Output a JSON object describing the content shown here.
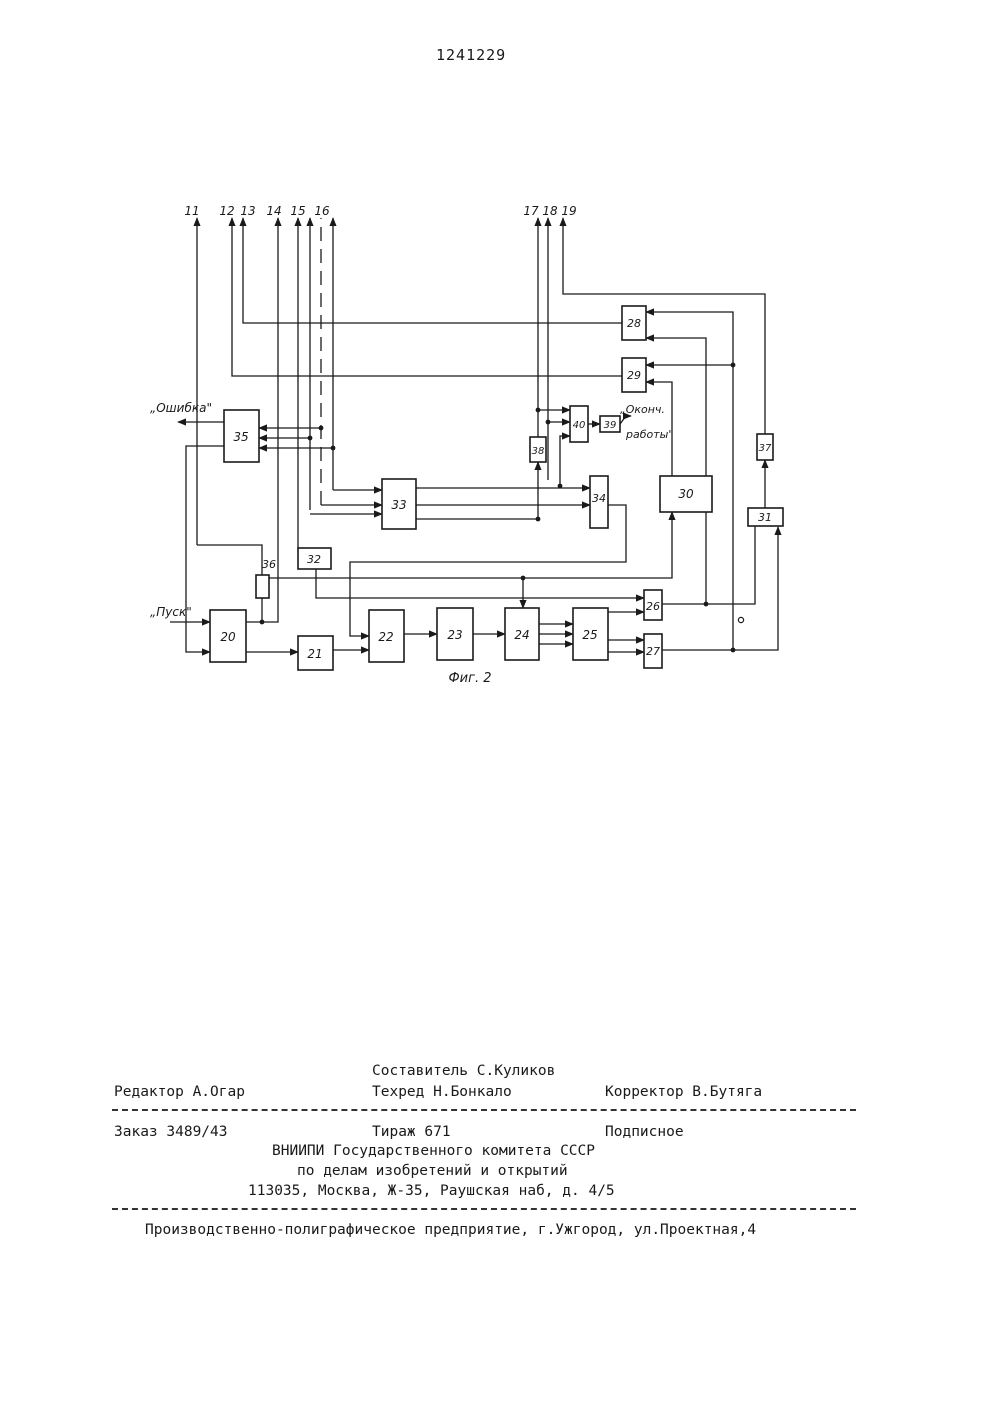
{
  "page_number": "1241229",
  "figure": {
    "caption": "Фиг. 2",
    "external_labels": {
      "error": "„Ошибка\"",
      "start": "„Пуск\"",
      "end_line1": "„Оконч.",
      "end_line2": "работы\""
    },
    "terminals": [
      "11",
      "12",
      "13",
      "14",
      "15",
      "16",
      "17",
      "18",
      "19"
    ],
    "blocks": [
      "20",
      "21",
      "22",
      "23",
      "24",
      "25",
      "26",
      "27",
      "28",
      "29",
      "30",
      "31",
      "32",
      "33",
      "34",
      "35",
      "36",
      "37",
      "38",
      "39",
      "40"
    ]
  },
  "imprint": {
    "compiler": "Составитель С.Куликов",
    "editor": "Редактор А.Огар",
    "techred": "Техред Н.Бонкало",
    "corrector": "Корректор  В.Бутяга",
    "order": "Заказ 3489/43",
    "circulation": "Тираж 671",
    "subscription": "Подписное",
    "org_line1": "ВНИИПИ Государственного комитета СССР",
    "org_line2": "по делам изобретений и открытий",
    "org_line3": "113035, Москва, Ж-35, Раушская наб, д. 4/5",
    "printer": "Производственно-полиграфическое предприятие, г.Ужгород, ул.Проектная,4"
  }
}
